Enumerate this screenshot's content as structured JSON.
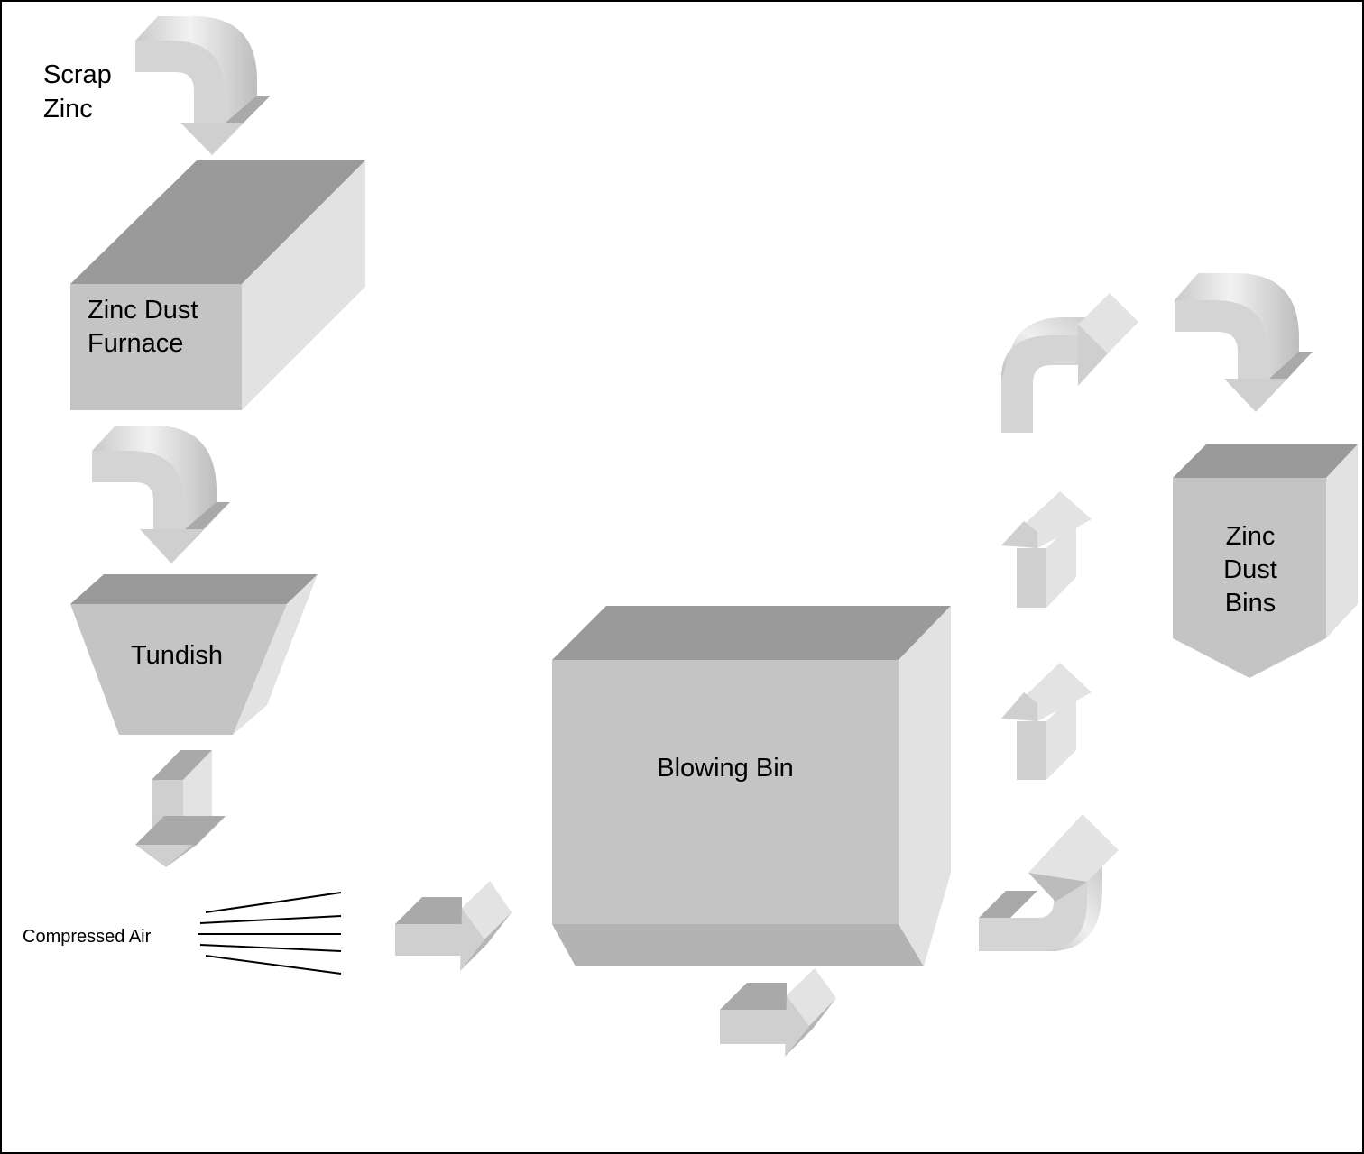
{
  "labels": {
    "scrap_zinc_line1": "Scrap",
    "scrap_zinc_line2": "Zinc",
    "furnace_line1": "Zinc Dust",
    "furnace_line2": "Furnace",
    "tundish": "Tundish",
    "compressed_air": "Compressed Air",
    "blowing_bin": "Blowing Bin",
    "bins_line1": "Zinc",
    "bins_line2": "Dust",
    "bins_line3": "Bins"
  },
  "colors": {
    "background": "#ffffff",
    "border": "#000000",
    "box_front": "#c4c4c4",
    "box_top": "#9a9a9a",
    "box_side": "#e2e2e2",
    "arrow_face": "#cfcfcf",
    "arrow_shade": "#a9a9a9",
    "arrow_light": "#e3e3e3"
  }
}
